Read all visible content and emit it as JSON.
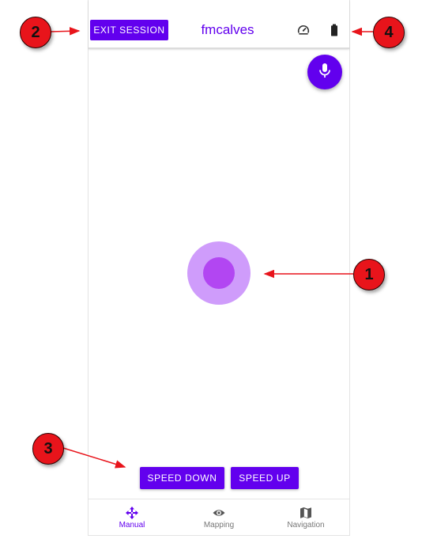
{
  "header": {
    "exit_label": "EXIT SESSION",
    "title": "fmcalves"
  },
  "icons": {
    "speed": "speedometer-icon",
    "battery": "battery-icon",
    "mic": "microphone-icon"
  },
  "controls": {
    "speed_down_label": "SPEED DOWN",
    "speed_up_label": "SPEED UP"
  },
  "bottom_nav": {
    "items": [
      {
        "label": "Manual",
        "icon": "move-arrows-icon",
        "active": true
      },
      {
        "label": "Mapping",
        "icon": "eye-icon",
        "active": false
      },
      {
        "label": "Navigation",
        "icon": "map-icon",
        "active": false
      }
    ]
  },
  "annotations": {
    "markers": [
      "1",
      "2",
      "3",
      "4"
    ]
  },
  "colors": {
    "accent": "#6200ee",
    "joystick_outer": "#cf9cfb",
    "joystick_inner": "#b246f2",
    "marker": "#e8141b",
    "arrow": "#e8141b"
  }
}
